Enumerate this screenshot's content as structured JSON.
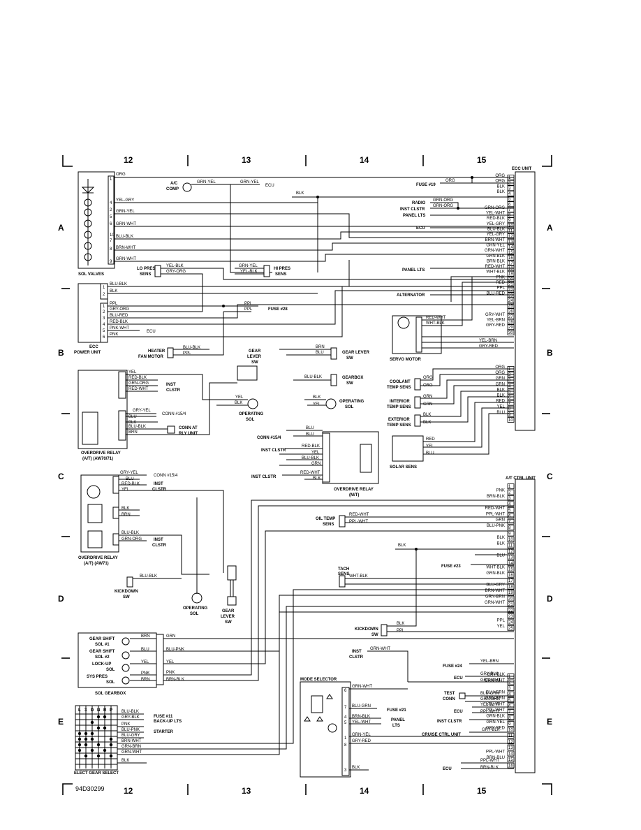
{
  "sheet": {
    "id": "94D30299",
    "cols": [
      "12",
      "13",
      "14",
      "15"
    ],
    "rows": [
      "A",
      "B",
      "C",
      "D",
      "E"
    ]
  },
  "units": {
    "ecc": "ECC UNIT",
    "at": "A/T CTRL UNIT"
  },
  "components": {
    "sol_valves": "SOL VALVES",
    "ecc_power_unit_1": "ECC",
    "ecc_power_unit_2": "POWER UNIT",
    "ac_comp_1": "A/C",
    "ac_comp_2": "COMP",
    "lo_pres_1": "LO PRES",
    "lo_pres_2": "SENS",
    "hi_pres_1": "HI PRES",
    "hi_pres_2": "SENS",
    "heater_fan_1": "HEATER",
    "heater_fan_2": "FAN MOTOR",
    "gear_lever_top_1": "GEAR",
    "gear_lever_top_2": "LEVER",
    "gear_lever_top_3": "SW",
    "od_relay_1_1": "OVERDRIVE RELAY",
    "od_relay_1_2": "(A/T) (AW70/71)",
    "operating_sol": "OPERATING",
    "operating_sol_2": "SOL",
    "gear_lever_sw_1": "GEAR LEVER",
    "gear_lever_sw_2": "SW",
    "gearbox_sw_1": "GEARBOX",
    "gearbox_sw_2": "SW",
    "servo_motor": "SERVO MOTOR",
    "coolant_1": "COOLANT",
    "coolant_2": "TEMP SENS",
    "interior_1": "INTERIOR",
    "interior_2": "TEMP SENS",
    "exterior_1": "EXTERIOR",
    "exterior_2": "TEMP SENS",
    "solar_sens": "SOLAR SENS",
    "od_relay_mt_1": "OVERDRIVE RELAY",
    "od_relay_mt_2": "(M/T)",
    "od_relay_2_1": "OVERDRIVE RELAY",
    "od_relay_2_2": "(A/T) (AW71)",
    "kickdown_1": "KICKDOWN",
    "kickdown_2": "SW",
    "oil_temp_1": "OIL TEMP",
    "oil_temp_2": "SENS",
    "tach_1": "TACH",
    "tach_2": "SENS",
    "gear_shift_1a": "GEAR SHIFT",
    "gear_shift_1b": "SOL #1",
    "gear_shift_2a": "GEAR SHIFT",
    "gear_shift_2b": "SOL #2",
    "lockup_1": "LOCK-UP",
    "lockup_2": "SOL",
    "sys_pres_1": "SYS PRES",
    "sys_pres_2": "SOL",
    "sol_gearbox": "SOL GEARBOX",
    "mode_selector": "MODE SELECTOR",
    "elect_gear_select": "ELECT GEAR SELECT",
    "test_conn_1": "TEST",
    "test_conn_2": "CONN",
    "conn_at_rly_1": "CONN AT",
    "conn_at_rly_2": "RLY UNIT"
  },
  "refs": {
    "fuse19": "FUSE #19",
    "fuse28": "FUSE #28",
    "fuse23": "FUSE #23",
    "fuse24": "FUSE #24",
    "fuse21": "FUSE #21",
    "fuse11": "FUSE #11",
    "radio": "RADIO",
    "inst_clstr": "INST CLSTR",
    "inst": "INST",
    "clstr": "CLSTR",
    "panel_lts": "PANEL LTS",
    "panel": "PANEL",
    "lts": "LTS",
    "ecu": "ECU",
    "alternator": "ALTERNATOR",
    "conn_15_4": "CONN #15/4",
    "backup_lts": "BACK-UP LTS",
    "starter": "STARTER",
    "cruise_ctrl": "CRUISE CTRL UNIT"
  },
  "ecc_pins": [
    {
      "n": "1",
      "w": "ORG"
    },
    {
      "n": "2",
      "w": "ORG"
    },
    {
      "n": "3",
      "w": "BLK"
    },
    {
      "n": "4",
      "w": "BLK"
    },
    {
      "n": "5",
      "w": ""
    },
    {
      "n": "6",
      "w": ""
    },
    {
      "n": "7",
      "w": "GRN-ORG"
    },
    {
      "n": "8",
      "w": "YEL-WHT"
    },
    {
      "n": "9",
      "w": "RED-BLK"
    },
    {
      "n": "10",
      "w": "YEL-GRY"
    },
    {
      "n": "11",
      "w": "BLU-BLK"
    },
    {
      "n": "12",
      "w": "YEL-GRY"
    },
    {
      "n": "13",
      "w": "BRN-WHT"
    },
    {
      "n": "14",
      "w": "GRN-YEL"
    },
    {
      "n": "15",
      "w": "GRN-WHT"
    },
    {
      "n": "16",
      "w": "GRN-BLK"
    },
    {
      "n": "17",
      "w": "BRN-BLK"
    },
    {
      "n": "18",
      "w": "RED-WHT"
    },
    {
      "n": "19",
      "w": "WHT-BLK"
    },
    {
      "n": "20",
      "w": "PNK"
    },
    {
      "n": "21",
      "w": "RED"
    },
    {
      "n": "22",
      "w": "PPL"
    },
    {
      "n": "23",
      "w": "BLU-RED"
    },
    {
      "n": "24",
      "w": ""
    },
    {
      "n": "25",
      "w": ""
    },
    {
      "n": "26",
      "w": ""
    },
    {
      "n": "27",
      "w": "GRY-WHT"
    },
    {
      "n": "28",
      "w": "YEL-BRN"
    },
    {
      "n": "29",
      "w": "GRY-RED"
    },
    {
      "n": "30",
      "w": ""
    }
  ],
  "ecc_pins_b": [
    {
      "n": "1",
      "w": "ORG"
    },
    {
      "n": "2",
      "w": "ORG"
    },
    {
      "n": "3",
      "w": "GRN"
    },
    {
      "n": "4",
      "w": "GRN"
    },
    {
      "n": "5",
      "w": "BLK"
    },
    {
      "n": "6",
      "w": "BLK"
    },
    {
      "n": "7",
      "w": "RED"
    },
    {
      "n": "8",
      "w": "YEL"
    },
    {
      "n": "9",
      "w": "BLU"
    },
    {
      "n": "10",
      "w": ""
    }
  ],
  "at_pins": [
    {
      "n": "1",
      "w": ""
    },
    {
      "n": "2",
      "w": "PNK"
    },
    {
      "n": "3",
      "w": "BRN-BLK"
    },
    {
      "n": "4",
      "w": ""
    },
    {
      "n": "5",
      "w": "RED-WHT"
    },
    {
      "n": "6",
      "w": "PPL-WHT"
    },
    {
      "n": "7",
      "w": "GRN"
    },
    {
      "n": "8",
      "w": "BLU-PNK"
    },
    {
      "n": "9",
      "w": ""
    },
    {
      "n": "10",
      "w": "BLK"
    },
    {
      "n": "11",
      "w": "BLK"
    },
    {
      "n": "12",
      "w": ""
    },
    {
      "n": "13",
      "w": "BLU"
    },
    {
      "n": "14",
      "w": ""
    },
    {
      "n": "15",
      "w": "WHT-BLK"
    },
    {
      "n": "16",
      "w": "GRN-BLK"
    },
    {
      "n": "17",
      "w": ""
    },
    {
      "n": "18",
      "w": "BLU-GRY"
    },
    {
      "n": "19",
      "w": "BRN-WHT"
    },
    {
      "n": "20",
      "w": "GRN-BRN"
    },
    {
      "n": "21",
      "w": "GRN-WHT"
    },
    {
      "n": "22",
      "w": ""
    },
    {
      "n": "23",
      "w": ""
    },
    {
      "n": "24",
      "w": "PPL"
    },
    {
      "n": "25",
      "w": "YEL"
    }
  ],
  "at_pins_b": [
    {
      "n": "1",
      "w": "GRY-BLK"
    },
    {
      "n": "2",
      "w": "GRN-WHT"
    },
    {
      "n": "3",
      "w": ""
    },
    {
      "n": "4",
      "w": "BLU-GRN"
    },
    {
      "n": "5",
      "w": "GRN-BRN"
    },
    {
      "n": "6",
      "w": "YEL-WHT"
    },
    {
      "n": "7",
      "w": "PPL-WHT"
    },
    {
      "n": "8",
      "w": "GRN-BLK"
    },
    {
      "n": "9",
      "w": "GRN-YEL"
    },
    {
      "n": "10",
      "w": "GRY-RED"
    },
    {
      "n": "11",
      "w": ""
    },
    {
      "n": "12",
      "w": ""
    },
    {
      "n": "13",
      "w": ""
    },
    {
      "n": "14",
      "w": "PPL-WHT"
    },
    {
      "n": "15",
      "w": "BRN-BLU"
    },
    {
      "n": "16",
      "w": ""
    }
  ],
  "wires": {
    "org": "ORG",
    "grn_yel": "GRN-YEL",
    "yel_gry": "YEL-GRY",
    "grn_wht": "GRN-WHT",
    "blu_blk": "BLU-BLK",
    "brn_wht": "BRN-WHT",
    "yel_blk": "YEL-BLK",
    "gry_org": "GRY-ORG",
    "blk": "BLK",
    "ppl": "PPL",
    "blu_red": "BLU-RED",
    "red_blk": "RED-BLK",
    "pnk_wht": "PNK-WHT",
    "pnk": "PNK",
    "brn": "BRN",
    "blu": "BLU",
    "yel": "YEL",
    "grn_org": "GRN-ORG",
    "red_wht": "RED-WHT",
    "gry_yel": "GRY-YEL",
    "grn": "GRN",
    "wht_blk": "WHT-BLK",
    "red": "RED",
    "blu_pnk": "BLU-PNK",
    "brn_blk": "BRN-BLK",
    "blu_grn": "BLU-GRN",
    "brn_blk2": "BRN-BLK",
    "yel_wht": "YEL-WHT",
    "grn_brn": "GRN-BRN",
    "blu_gry": "BLU-GRY",
    "gry_blk": "GRY-BLK",
    "gry_red": "GRY-RED",
    "ppl_wht": "PPL-WHT",
    "yel_brn": "YEL-BRN"
  },
  "selector_letters": [
    "L",
    "3",
    "D",
    "N",
    "R",
    "P"
  ]
}
